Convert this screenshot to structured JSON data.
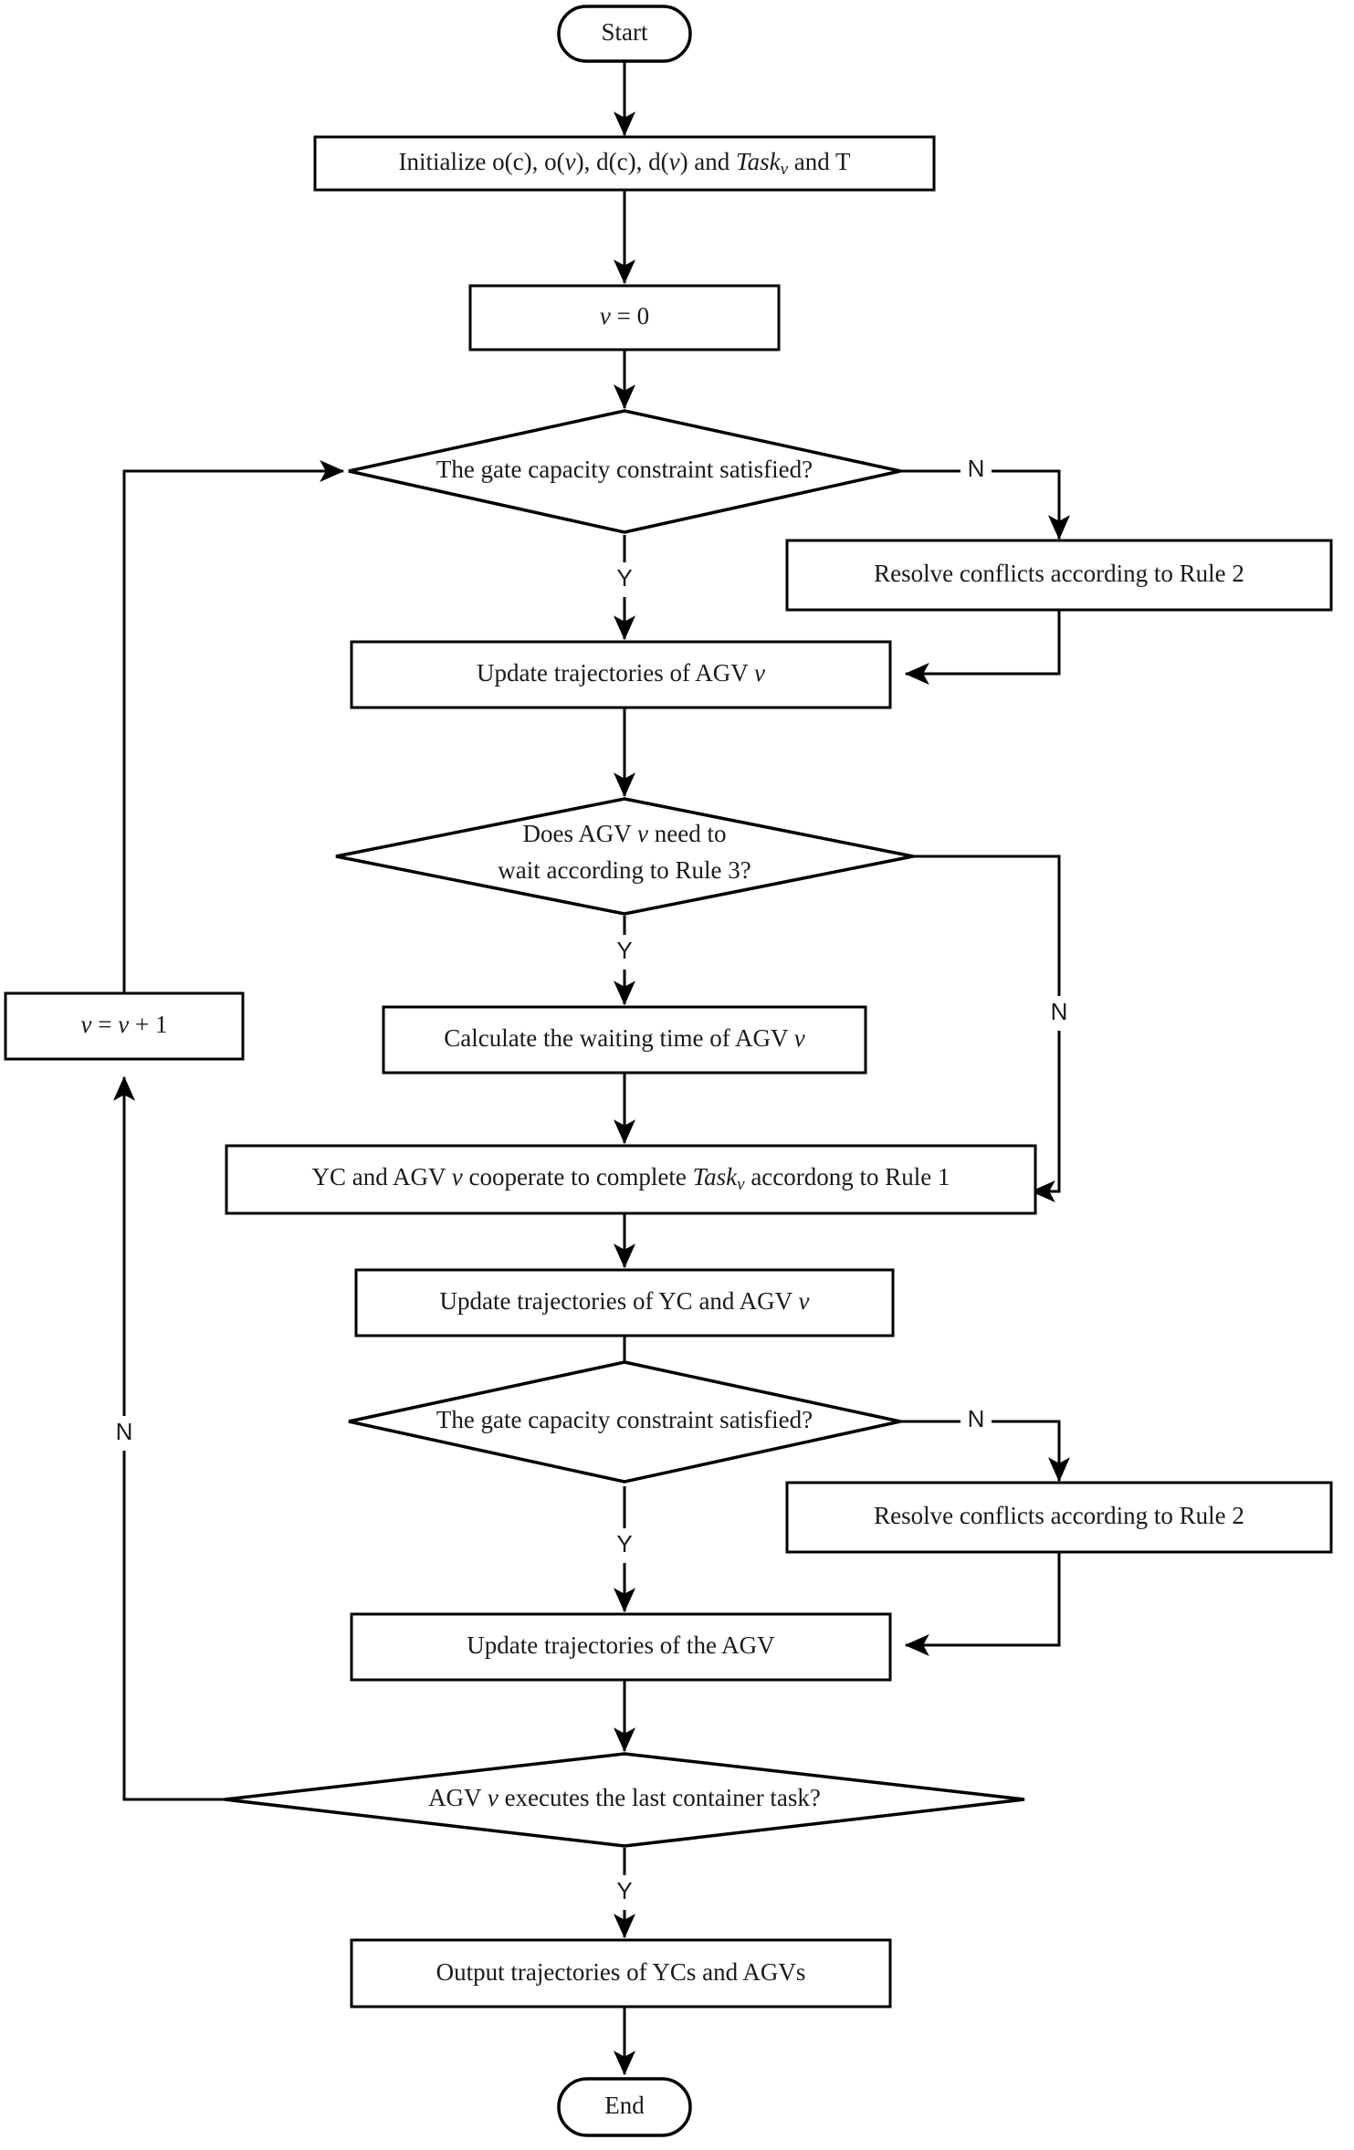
{
  "diagram": {
    "title": "AGV and YC scheduling flowchart",
    "type": "flowchart",
    "colors": {
      "stroke": "#000000",
      "fill": "#ffffff",
      "text": "#1a1a1a"
    }
  },
  "nodes": {
    "start": {
      "label": "Start",
      "shape": "terminator"
    },
    "initialize": {
      "label": "Initialize o(c), o(v), d(c), d(v) and Task",
      "label_sub": "v",
      "label_tail": " and T",
      "shape": "process"
    },
    "set_v_zero": {
      "label": "v = 0",
      "shape": "process"
    },
    "gate_check_1": {
      "label": "The gate capacity constraint satisfied?",
      "shape": "decision"
    },
    "resolve_conflicts_1": {
      "label": "Resolve conflicts according to Rule 2",
      "shape": "process"
    },
    "update_agv_traj": {
      "label": "Update trajectories of AGV v",
      "shape": "process"
    },
    "wait_check": {
      "label_line1": "Does AGV v need to",
      "label_line2": "wait according to Rule 3?",
      "shape": "decision"
    },
    "increment_v": {
      "label": "v = v + 1",
      "shape": "process"
    },
    "calc_wait_time": {
      "label": "Calculate the waiting time of AGV v",
      "shape": "process"
    },
    "cooperate": {
      "label_pre": "YC and AGV v  cooperate to complete Task",
      "label_sub": "v",
      "label_tail": "  accordong to Rule 1",
      "shape": "process"
    },
    "update_yc_agv_traj": {
      "label": "Update trajectories of YC and AGV v",
      "shape": "process"
    },
    "gate_check_2": {
      "label": "The gate capacity constraint satisfied?",
      "shape": "decision"
    },
    "resolve_conflicts_2": {
      "label": "Resolve conflicts according to Rule 2",
      "shape": "process"
    },
    "update_the_agv_traj": {
      "label": "Update trajectories of the AGV",
      "shape": "process"
    },
    "last_task_check": {
      "label": "AGV v executes the last container task?",
      "shape": "decision"
    },
    "output_traj": {
      "label": "Output trajectories of  YCs and AGVs",
      "shape": "process"
    },
    "end": {
      "label": "End",
      "shape": "terminator"
    }
  },
  "branch_labels": {
    "gate1_no": "N",
    "gate1_yes": "Y",
    "wait_yes": "Y",
    "wait_no": "N",
    "gate2_no": "N",
    "gate2_yes": "Y",
    "last_task_no": "N",
    "last_task_yes": "Y"
  },
  "edges": [
    {
      "from": "start",
      "to": "initialize",
      "label": ""
    },
    {
      "from": "initialize",
      "to": "set_v_zero",
      "label": ""
    },
    {
      "from": "set_v_zero",
      "to": "gate_check_1",
      "label": ""
    },
    {
      "from": "gate_check_1",
      "to": "resolve_conflicts_1",
      "label": "N"
    },
    {
      "from": "gate_check_1",
      "to": "update_agv_traj",
      "label": "Y"
    },
    {
      "from": "resolve_conflicts_1",
      "to": "update_agv_traj",
      "label": ""
    },
    {
      "from": "update_agv_traj",
      "to": "wait_check",
      "label": ""
    },
    {
      "from": "wait_check",
      "to": "calc_wait_time",
      "label": "Y"
    },
    {
      "from": "wait_check",
      "to": "cooperate",
      "label": "N"
    },
    {
      "from": "calc_wait_time",
      "to": "cooperate",
      "label": ""
    },
    {
      "from": "cooperate",
      "to": "update_yc_agv_traj",
      "label": ""
    },
    {
      "from": "update_yc_agv_traj",
      "to": "gate_check_2",
      "label": ""
    },
    {
      "from": "gate_check_2",
      "to": "resolve_conflicts_2",
      "label": "N"
    },
    {
      "from": "gate_check_2",
      "to": "update_the_agv_traj",
      "label": "Y"
    },
    {
      "from": "resolve_conflicts_2",
      "to": "update_the_agv_traj",
      "label": ""
    },
    {
      "from": "update_the_agv_traj",
      "to": "last_task_check",
      "label": ""
    },
    {
      "from": "last_task_check",
      "to": "increment_v",
      "label": "N"
    },
    {
      "from": "increment_v",
      "to": "gate_check_1",
      "label": ""
    },
    {
      "from": "last_task_check",
      "to": "output_traj",
      "label": "Y"
    },
    {
      "from": "output_traj",
      "to": "end",
      "label": ""
    }
  ]
}
